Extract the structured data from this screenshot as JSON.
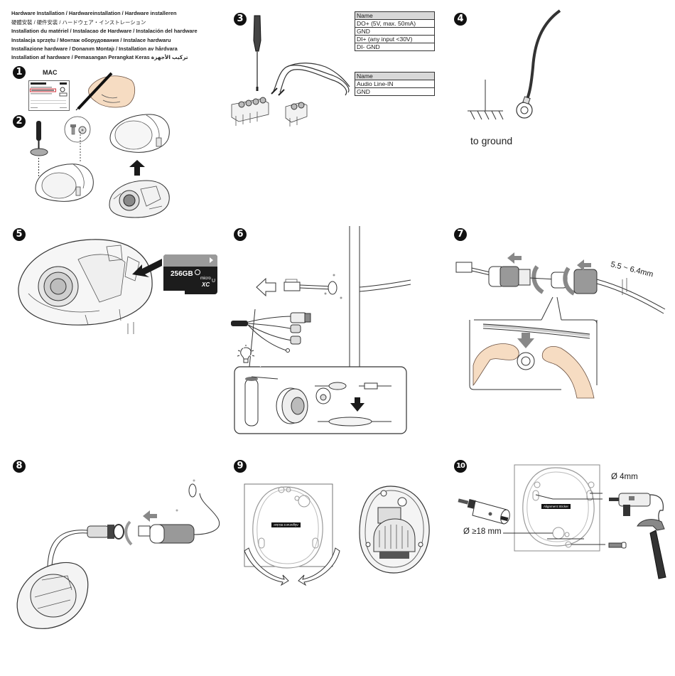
{
  "header": {
    "lines": [
      "Hardware Installation / Hardwareinstallation / Hardware installeren",
      "硬體安裝 /   硬件安装 /    ハードウェア・インストレーション",
      "Installation du matériel / Instalacao de Hardware / Instalación del hardware",
      "Instalacja sprzętu / Монтаж оборудования / Instalace hardwaru",
      "Installazione hardware / Donanım Montajı / Installation av hårdvara",
      "Installation af hardware / Pemasangan Perangkat Keras   تركيب الأجهزة"
    ]
  },
  "steps": [
    {
      "number": "1",
      "label": "MAC",
      "items": [
        "label-sticker",
        "hand-with-pen"
      ]
    },
    {
      "number": "2",
      "items": [
        "screwdriver",
        "screw-detail",
        "dome-cover",
        "camera-base",
        "up-arrow"
      ]
    },
    {
      "number": "3",
      "items": [
        "screwdriver",
        "terminal-block-4pin",
        "terminal-block-2pin",
        "wires"
      ]
    },
    {
      "number": "4",
      "label": "to ground"
    },
    {
      "number": "5",
      "sd_card": {
        "capacity": "256GB",
        "type": "micro SDXC",
        "class": "10",
        "uhs": "U1"
      }
    },
    {
      "number": "6",
      "items": [
        "wall",
        "rj45-cable",
        "cable-pigtail",
        "tip-bulb",
        "sealant-spray",
        "tape-roll"
      ]
    },
    {
      "number": "7",
      "cable_diameter": "5.5 ~ 6.4mm"
    },
    {
      "number": "8"
    },
    {
      "number": "9"
    },
    {
      "number": "10",
      "hole_small": "Ø 4mm",
      "hole_large": "Ø ≥18 mm",
      "sticker_label": "Alignment Sticker"
    }
  ],
  "tables": {
    "io": {
      "header": "Name",
      "rows": [
        "DO+ (5V, max. 50mA)",
        "GND",
        "DI+ (any input <30V)",
        "DI- GND"
      ]
    },
    "audio": {
      "header": "Name",
      "rows": [
        "Audio Line-IN",
        "GND"
      ]
    }
  },
  "step_numbers": {
    "s1": "1",
    "s2": "2",
    "s3": "3",
    "s4": "4",
    "s5": "5",
    "s6": "6",
    "s7": "7",
    "s8": "8",
    "s9": "9",
    "s10": "10"
  },
  "texts": {
    "mac": "MAC",
    "to_ground": "to ground",
    "sd_capacity": "256GB",
    "sd_micro": "micro",
    "sd_xc": "XC",
    "cable_range": "5.5 ~ 6.4mm",
    "hole_small": "Ø 4mm",
    "hole_large": "Ø ≥18 mm",
    "sticker": "Alignment Sticker",
    "sticker_flipped": "Alignment Sticker"
  },
  "colors": {
    "ink": "#1a1a1a",
    "table_header": "#d8d8d8",
    "skin": "#f6dcc2",
    "highlight_red": "#d0303a"
  }
}
